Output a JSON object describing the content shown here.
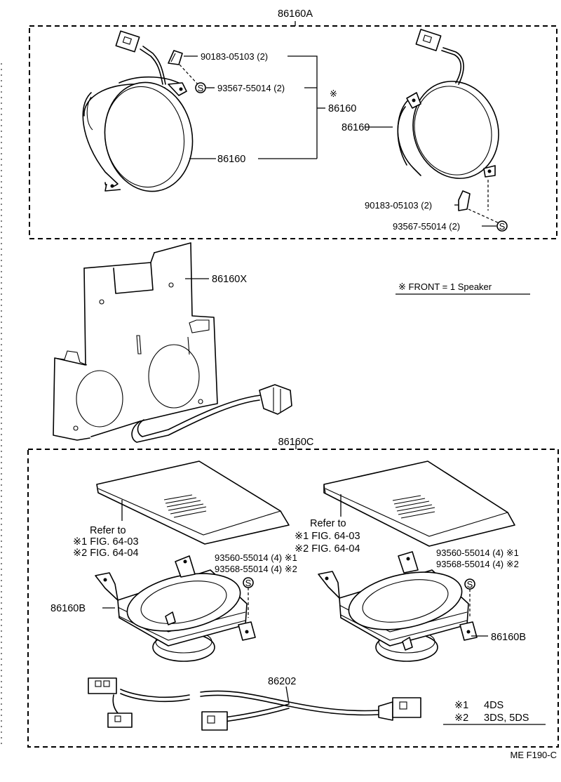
{
  "top_assembly": {
    "label": "86160A",
    "clip_left": "90183-05103 (2)",
    "screw_left": "93567-55014 (2)",
    "front_note_mark": "※",
    "front_speaker": "86160",
    "speaker_left": "86160",
    "speaker_right": "86160",
    "clip_right": "90183-05103 (2)",
    "screw_right": "93567-55014 (2)"
  },
  "bracket": {
    "label": "86160X"
  },
  "front_note": "※ FRONT = 1 Speaker",
  "rear_assembly": {
    "label": "86160C",
    "refer_left": {
      "title": "Refer to",
      "fig1": "※1 FIG. 64-03",
      "fig2": "※2 FIG. 64-04"
    },
    "refer_right": {
      "title": "Refer to",
      "fig1": "※1 FIG. 64-03",
      "fig2": "※2 FIG. 64-04"
    },
    "screw_left_1": "93560-55014 (4) ※1",
    "screw_left_2": "93568-55014 (4) ※2",
    "screw_right_1": "93560-55014 (4) ※1",
    "screw_right_2": "93568-55014 (4) ※2",
    "speaker_left": "86160B",
    "speaker_right": "86160B",
    "harness": "86202"
  },
  "legend": [
    {
      "mark": "※1",
      "text": "4DS"
    },
    {
      "mark": "※2",
      "text": "3DS, 5DS"
    }
  ],
  "figure_code": "ME F190-C",
  "screw_symbol": "S"
}
